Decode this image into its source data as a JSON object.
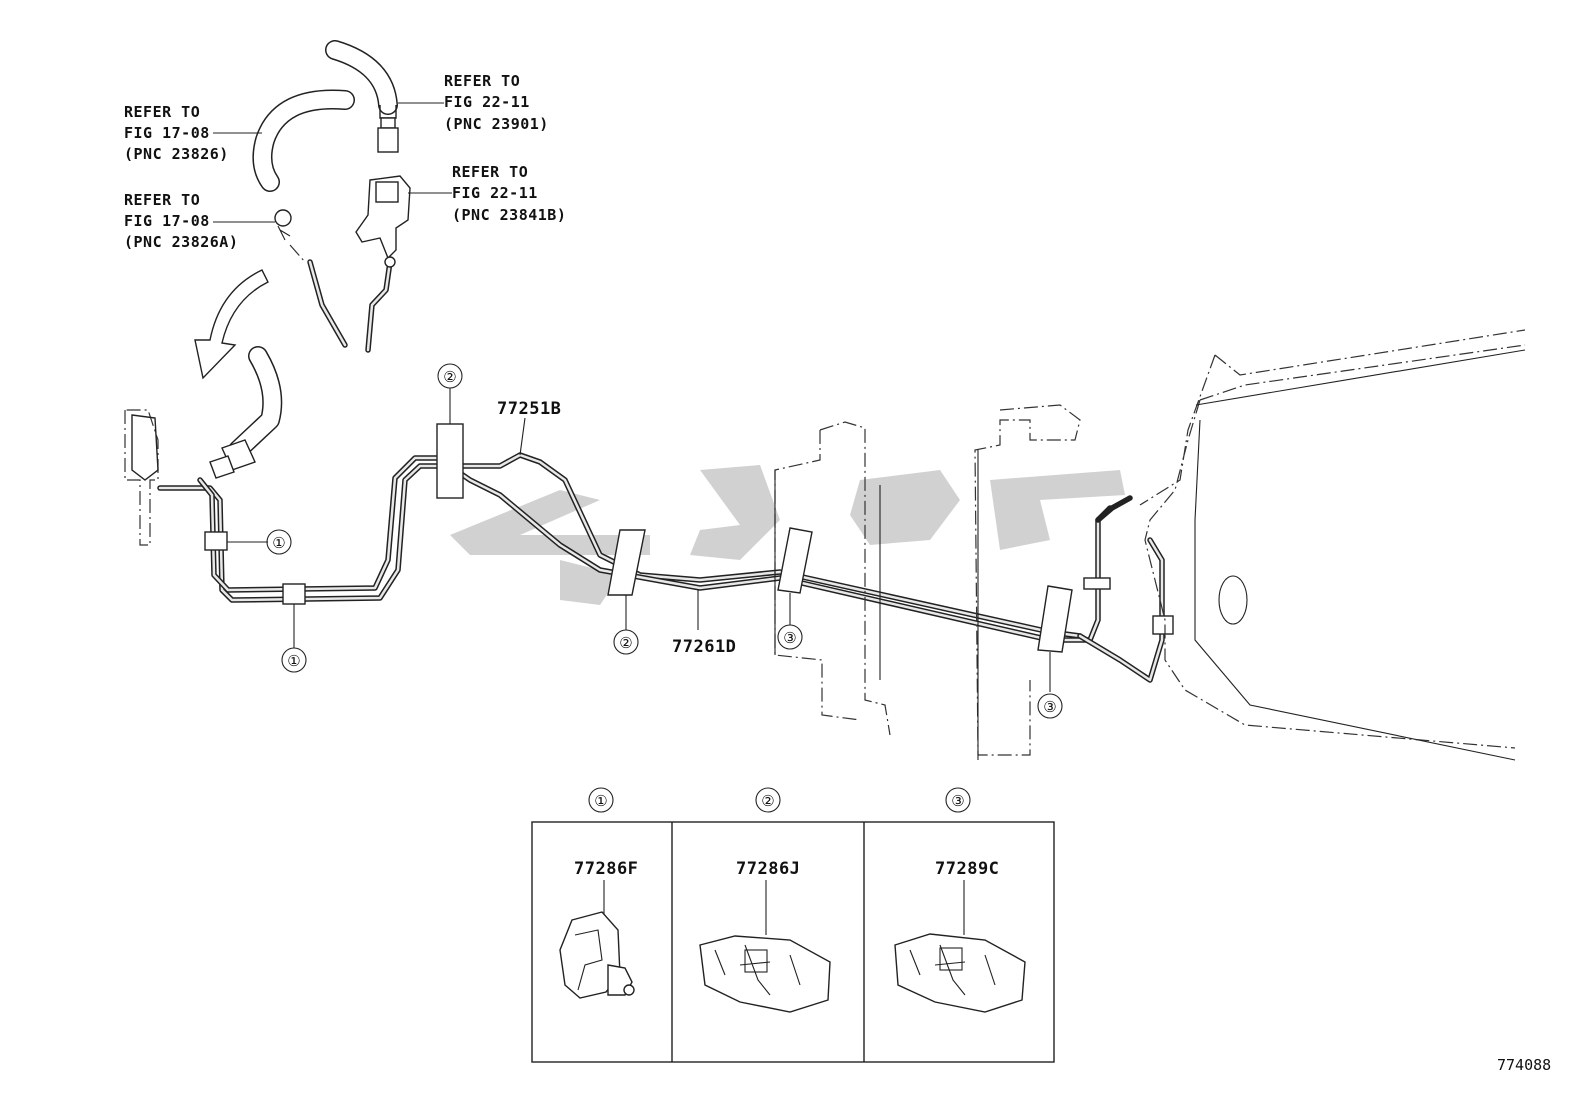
{
  "callouts": {
    "ref_17_08_a": [
      "REFER TO",
      "FIG 17-08",
      "(PNC 23826)"
    ],
    "ref_17_08_b": [
      "REFER TO",
      "FIG 17-08",
      "(PNC 23826A)"
    ],
    "ref_22_11_a": [
      "REFER TO",
      "FIG 22-11",
      "(PNC 23901)"
    ],
    "ref_22_11_b": [
      "REFER TO",
      "FIG 22-11",
      "(PNC 23841B)"
    ]
  },
  "part_numbers": {
    "upper_tube": "77251B",
    "lower_tube": "77261D"
  },
  "clip_markers": [
    "①",
    "②",
    "③"
  ],
  "legend": [
    {
      "marker": "①",
      "part": "77286F"
    },
    {
      "marker": "②",
      "part": "77286J"
    },
    {
      "marker": "③",
      "part": "77289C"
    }
  ],
  "illustration_id": "774088"
}
